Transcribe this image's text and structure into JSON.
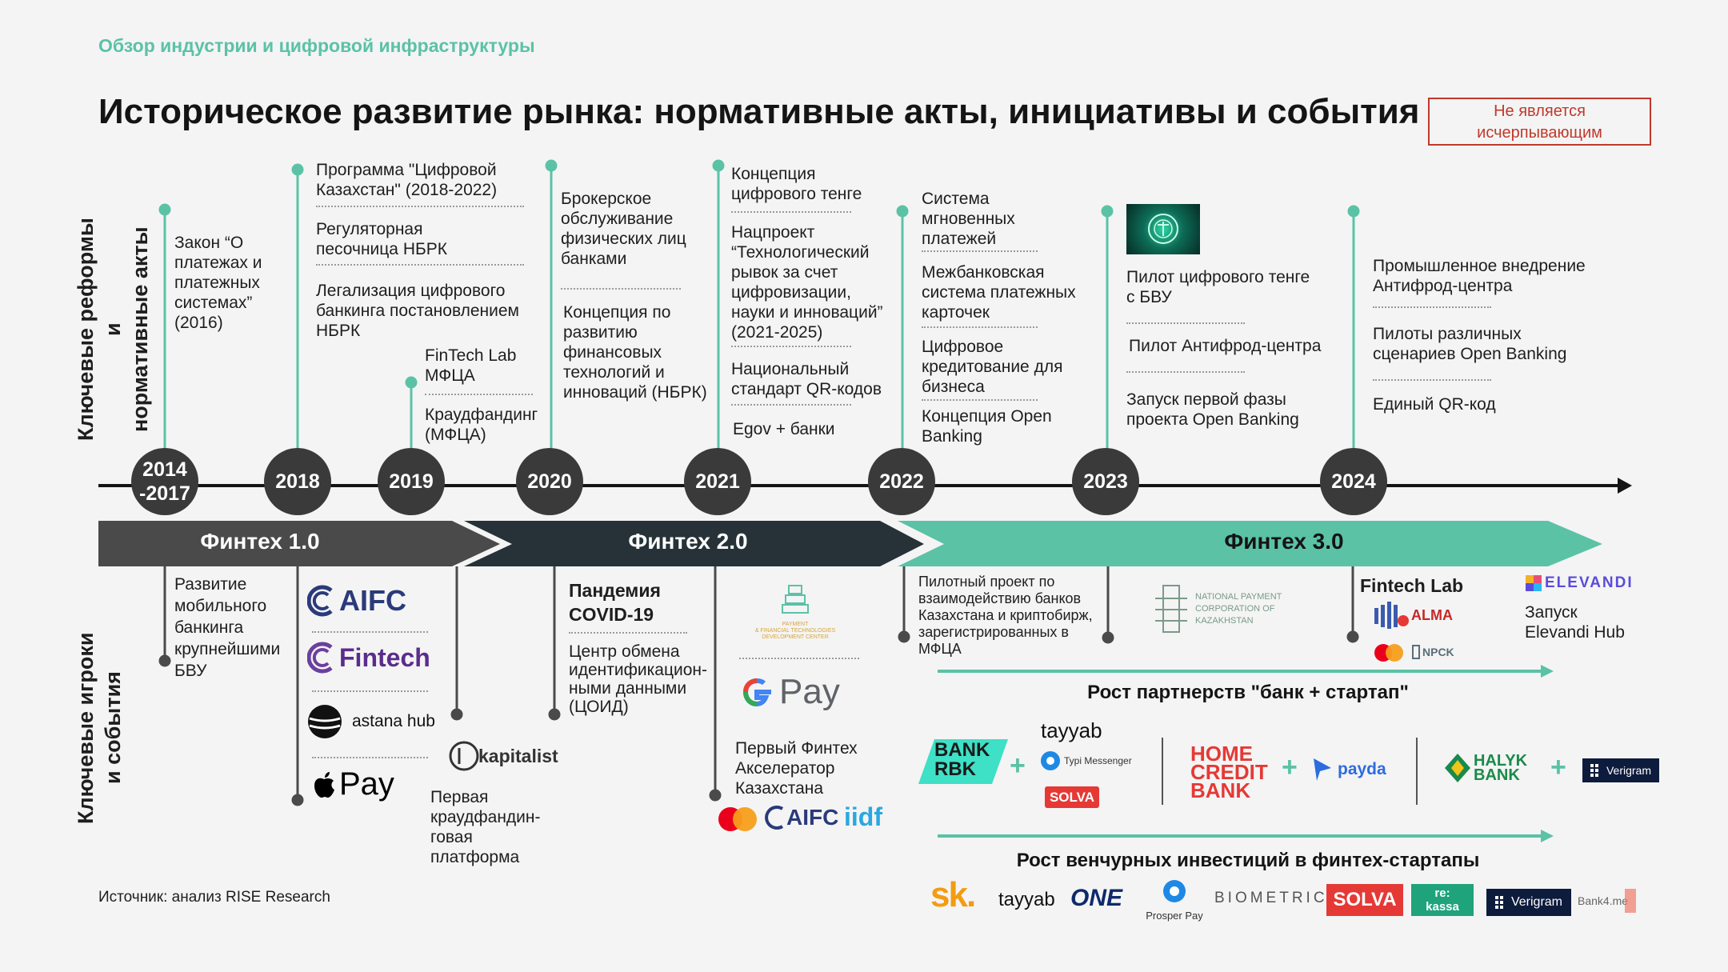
{
  "header": {
    "subtitle": "Обзор индустрии и цифровой инфраструктуры",
    "title": "Историческое развитие рынка: нормативные акты, инициативы и события",
    "badge": "Не является\nисчерпывающим"
  },
  "axis_labels": {
    "top": "Ключевые реформы и\nнормативные акты",
    "bottom": "Ключевые игроки\nи события"
  },
  "years": [
    "2014\n-2017",
    "2018",
    "2019",
    "2020",
    "2021",
    "2022",
    "2023",
    "2024"
  ],
  "stages": [
    "Финтех 1.0",
    "Финтех 2.0",
    "Финтех 3.0"
  ],
  "reforms": {
    "y2014": "Закон “О\nплатежах и\nплатежных\nсистемах”\n(2016)",
    "y2018_1": "Программа \"Цифровой\nКазахстан\" (2018-2022)",
    "y2018_2": "Регуляторная\nпесочница НБРК",
    "y2018_3": "Легализация цифрового\nбанкинга постановлением\nНБРК",
    "y2019_1": "FinTech Lab\nМФЦА",
    "y2019_2": "Краудфандинг\n(МФЦА)",
    "y2020_1": "Брокерское\nобслуживание\nфизических лиц\nбанками",
    "y2020_2": "Концепция по\nразвитию\nфинансовых\nтехнологий и\nинноваций (НБРК)",
    "y2021_1": "Концепция\nцифрового тенге",
    "y2021_2": "Нацпроект\n“Технологический\nрывок за счет\nцифровизации,\nнауки и инноваций”\n(2021-2025)",
    "y2021_3": "Национальный\nстандарт QR-кодов",
    "y2021_4": "Egov + банки",
    "y2022_1": "Система\nмгновенных\nплатежей",
    "y2022_2": "Межбанковская\nсистема платежных\nкарточек",
    "y2022_3": "Цифровое\nкредитование для\nбизнеса",
    "y2022_4": "Концепция Open\nBanking",
    "y2023_1": "Пилот цифрового тенге\nс БВУ",
    "y2023_2": "Пилот Антифрод-центра",
    "y2023_3": "Запуск первой фазы\nпроекта Open Banking",
    "y2024_1": "Промышленное внедрение\nАнтифрод-центра",
    "y2024_2": "Пилоты различных\nсценариев Open Banking",
    "y2024_3": "Единый QR-код"
  },
  "events": {
    "y2014": "Развитие\nмобильного\nбанкинга\nкрупнейшими\nБВУ",
    "y2019": "Первая\nкраудфандин-\nговая\nплатформа",
    "y2020_1": "Пандемия\nCOVID-19",
    "y2020_2": "Центр обмена\nидентификацион-\nными данными\n(ЦОИД)",
    "y2021": "Первый Финтех\nАкселератор\nКазахстана",
    "y2022": "Пилотный проект по\nвзаимодействию банков\nКазахстана и криптобирж,\nзарегистрированных в\nМФЦА",
    "y2024_1": "Fintech Lab",
    "y2024_2": "Запуск\nElevandi Hub"
  },
  "sections": {
    "partnerships": "Рост партнерств \"банк + стартап\"",
    "investments": "Рост венчурных инвестиций в финтех-стартапы"
  },
  "logos": {
    "aifc": "AIFC",
    "fintech": "Fintech",
    "astana_hub": "astana hub",
    "apple_pay": "Pay",
    "kapitalist": "kapitalist",
    "pftdc": "PAYMENT\n& FINANCIAL TECHNOLOGIES\nDEVELOPMENT CENTER",
    "gpay": "Pay",
    "aifc2": "AIFC",
    "iidf": "iidf",
    "npck": "NATIONAL PAYMENT\nCORPORATION OF\nKAZAKHSTAN",
    "alma": "ALMA",
    "npck_small": "NPCK",
    "elevandi": "ELEVANDI",
    "bank_rbk": "BANK\nRBK",
    "tayyab": "tayyab",
    "typi": "Typi Messenger",
    "solva": "SOLVA",
    "home_credit": "HOME\nCREDIT\nBANK",
    "payda": "payda",
    "halyk": "HALYK\nBANK",
    "verigram": "Verigram",
    "sk": "sk.",
    "one": "ONE",
    "prosper": "Prosper Pay",
    "biometric": "BIOMETRIC",
    "rekassa": "re:\nkassa",
    "bank4me": "Bank4.me"
  },
  "source": "Источник: анализ RISE Research",
  "colors": {
    "accent": "#5bc2a6",
    "dark_arrow": "#263238",
    "gray_arrow": "#4a4a4a",
    "circle": "#3a3a3a",
    "badge": "#c0392b"
  }
}
